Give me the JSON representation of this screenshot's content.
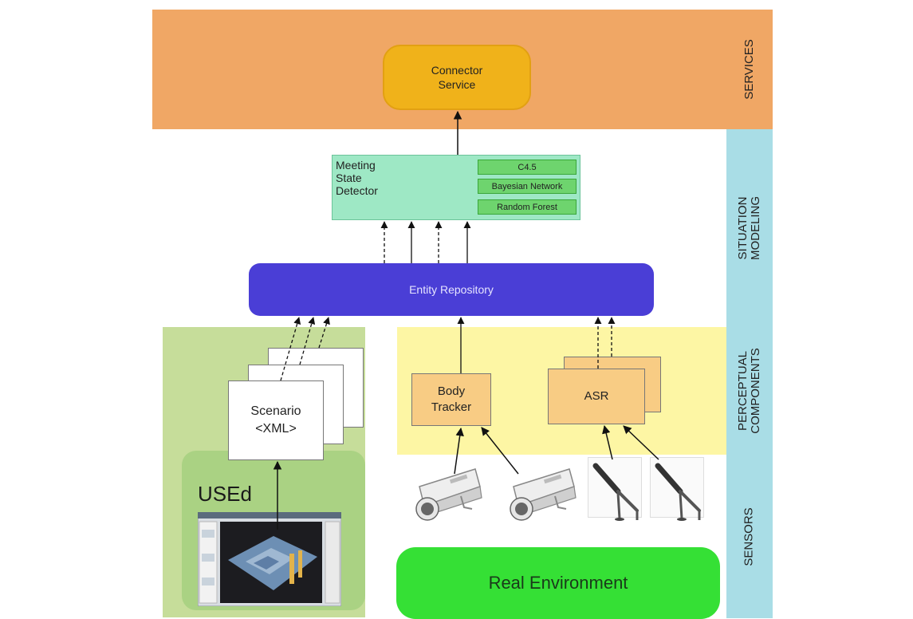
{
  "layers": {
    "services": "SERVICES",
    "situation_modeling": "SITUATION\nMODELING",
    "perceptual_components": "PERCEPTUAL\nCOMPONENTS",
    "sensors": "SENSORS"
  },
  "connector_service": "Connector\nService",
  "meeting_state_detector": {
    "label": "Meeting\nState\nDetector",
    "algorithms": [
      "C4.5",
      "Bayesian Network",
      "Random Forest"
    ]
  },
  "entity_repository": "Entity Repository",
  "scenario": "Scenario\n<XML>",
  "used": "USEd",
  "body_tracker": "Body\nTracker",
  "asr": "ASR",
  "real_environment": "Real Environment",
  "colors": {
    "services": "#f0a765",
    "connector": "#f0b21a",
    "layer_label": "#a9dde6",
    "detector": "#9ee8c5",
    "repository": "#4a3ed6",
    "used_panel": "#c6dd9a",
    "perceptual_panel": "#fdf6a4",
    "component": "#f8cc84",
    "real_environment": "#35e035"
  }
}
